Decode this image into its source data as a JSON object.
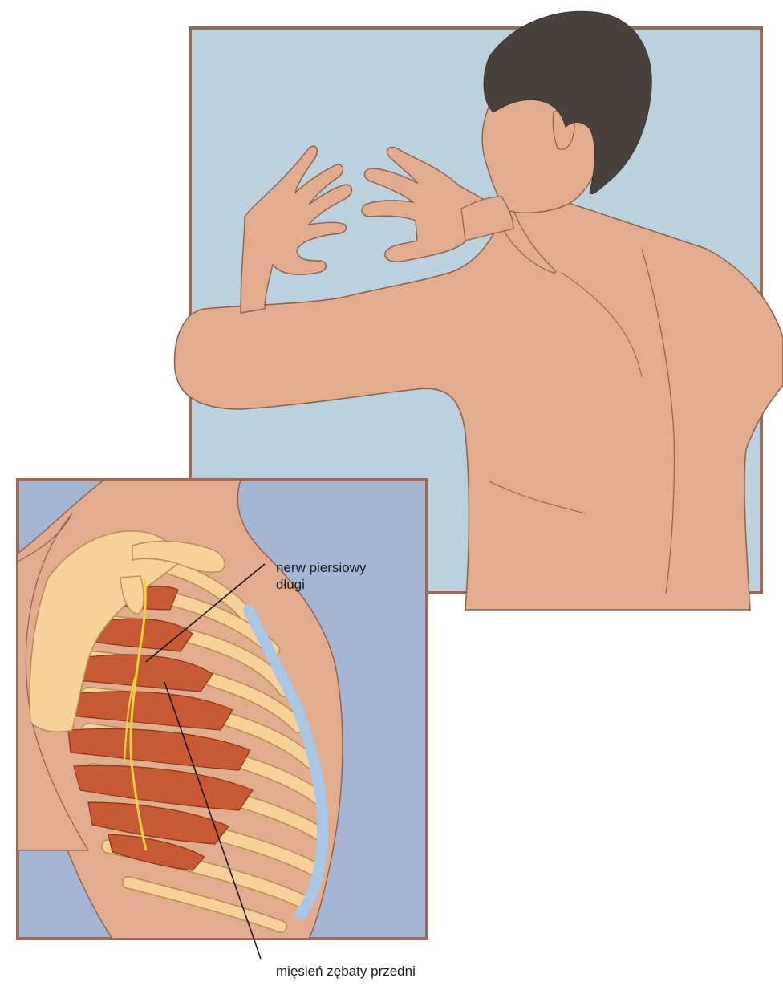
{
  "labels": {
    "nerve_line1": "nerw piersiowy",
    "nerve_line2": "długi",
    "muscle": "mięsień zębaty przedni"
  },
  "colors": {
    "frame_border": "#9a6a58",
    "back_panel_bg": "#bcd1de",
    "inset_panel_bg": "#a4b6d4",
    "skin": "#e2ad8f",
    "skin_outline": "#8f5f48",
    "hair": "#4a403c",
    "bone": "#f6d29a",
    "bone_outline": "#b98a4e",
    "muscle": "#c75a34",
    "cartilage": "#a9c6e4",
    "nerve": "#f2d23c",
    "leader_line": "#111111"
  }
}
